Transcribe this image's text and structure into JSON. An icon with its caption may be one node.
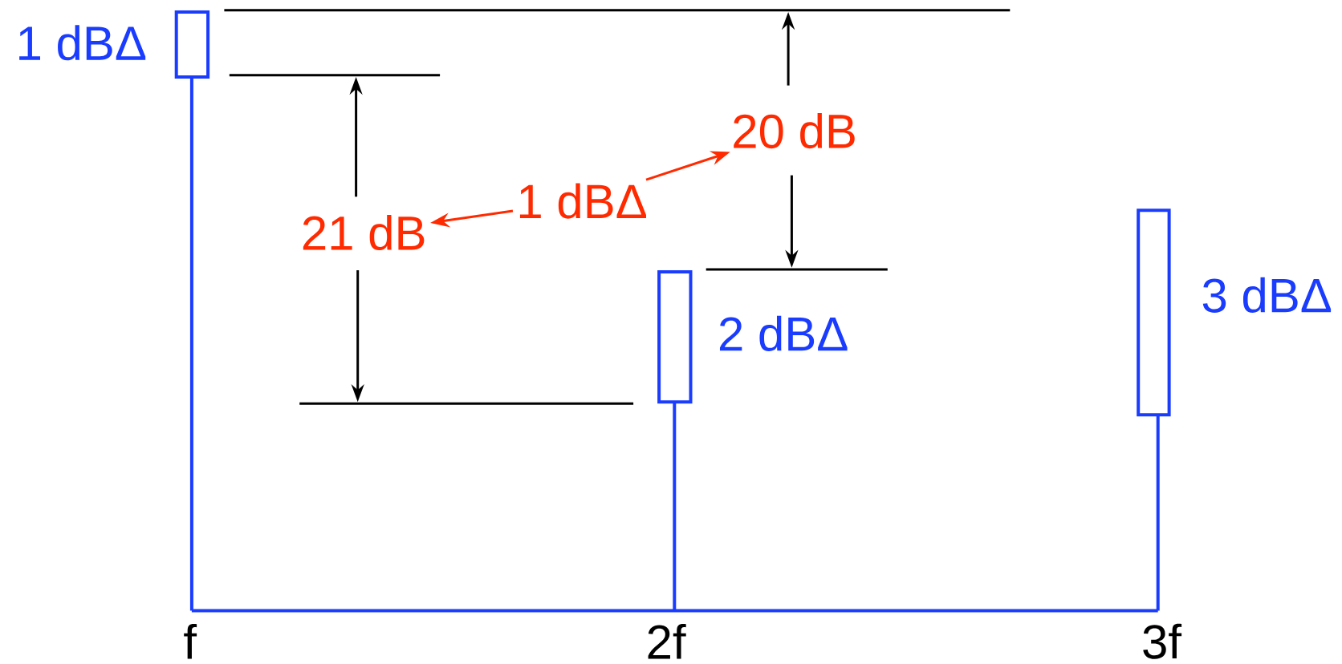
{
  "diagram": {
    "nodes": [
      {
        "text": [
          "21 dB"
        ]
      },
      {
        "text": [
          "1 dBΔ"
        ]
      },
      {
        "text": [
          "20 dB"
        ]
      }
    ],
    "edges": [
      {
        "from": 1,
        "to": 0,
        "arrow": "to"
      },
      {
        "from": 1,
        "to": 2,
        "arrow": "to"
      }
    ],
    "labels": [
      "1 dBΔ",
      "2 dBΔ",
      "3 dBΔ",
      "f",
      "2f",
      "3f"
    ]
  }
}
